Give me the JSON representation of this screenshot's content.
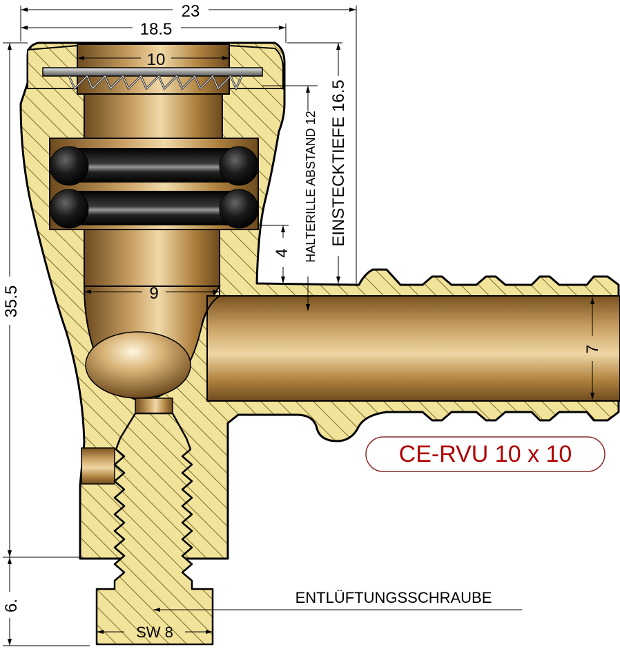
{
  "dimensions": {
    "overall_width": "23",
    "body_width": "18.5",
    "bore_top": "10",
    "bore_bottom": "9",
    "overall_height": "35.5",
    "screw_height": "6.",
    "groove_offset": "4",
    "pipe_bore": "7"
  },
  "annotations": {
    "holding_groove": "HALTERILLE ABSTAND 12",
    "insertion_depth": "EINSTECKTIEFE 16.5",
    "vent_screw": "ENTLÜFTUNGSSCHRAUBE",
    "wrench_size": "SW 8"
  },
  "product_label": "CE-RVU 10 x 10",
  "colors": {
    "brass_hatch": "#f2e39a",
    "hatch_line": "#7a6a2a",
    "bore_brass": "#b58a45",
    "oring": "#111111",
    "label_red": "#b00000"
  }
}
